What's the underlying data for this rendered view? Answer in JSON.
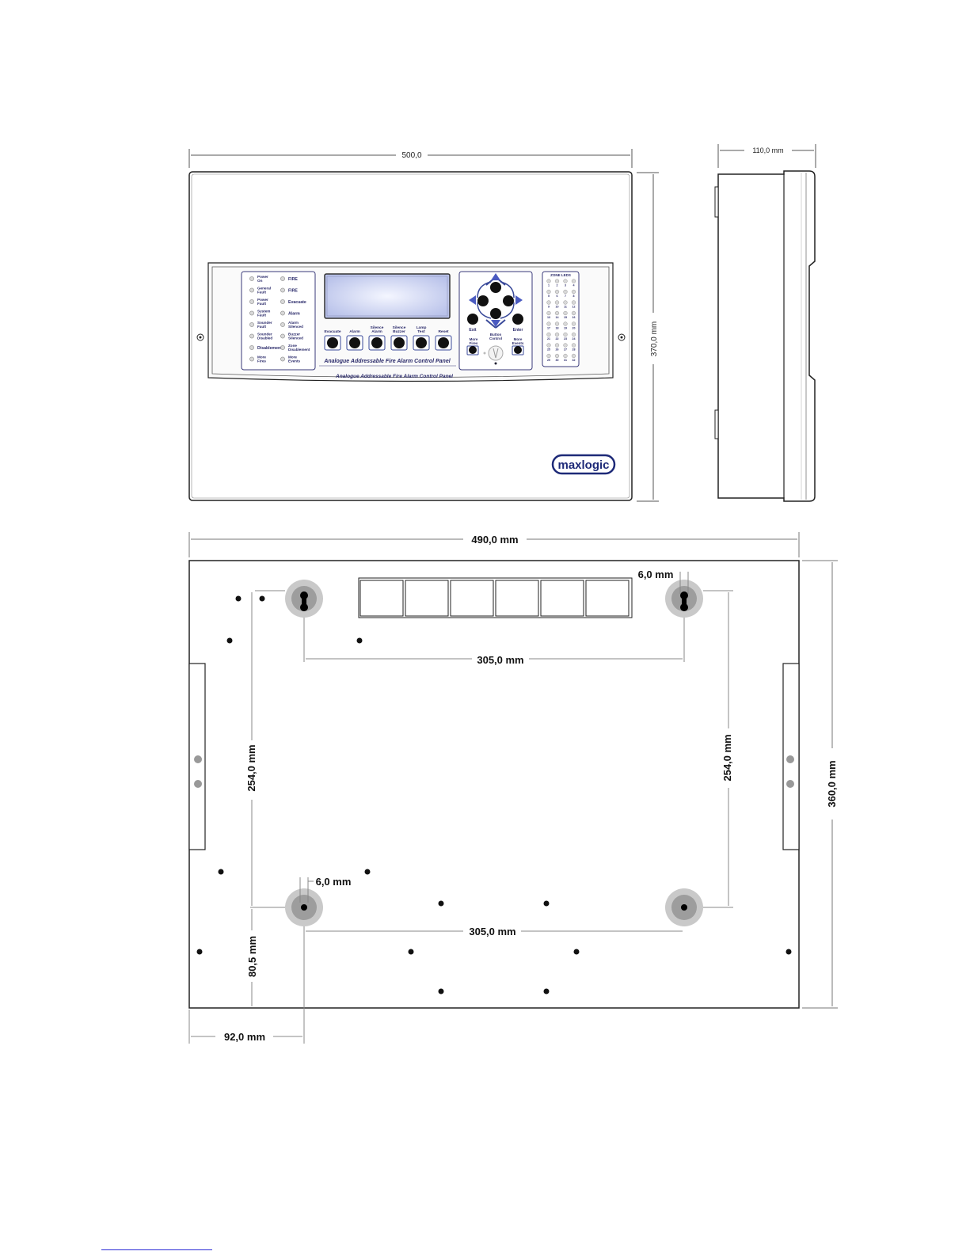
{
  "front_view": {
    "width_label": "500,0",
    "height_label": "370,0 mm",
    "panel_title": "Analogue Addressable Fire Alarm Control Panel",
    "panel_title_lower": "Analogue Addressable Fire Alarm Control Panel",
    "brand": "maxlogic",
    "leds_left": [
      [
        "Power",
        "On"
      ],
      [
        "General",
        "Fault"
      ],
      [
        "Power",
        "Fault"
      ],
      [
        "System",
        "Fault"
      ],
      [
        "Sounder",
        "Fault"
      ],
      [
        "Sounder",
        "Disabled"
      ],
      [
        "Disablement",
        ""
      ],
      [
        "More",
        "Fires"
      ]
    ],
    "leds_right": [
      [
        "FIRE",
        ""
      ],
      [
        "FIRE",
        ""
      ],
      [
        "Evacuate",
        ""
      ],
      [
        "Alarm",
        ""
      ],
      [
        "Alarm",
        "Silenced"
      ],
      [
        "Buzzer",
        "Silenced"
      ],
      [
        "Zone",
        "Disablement"
      ],
      [
        "More",
        "Events"
      ]
    ],
    "buttons": [
      [
        "Evacuate",
        ""
      ],
      [
        "Alarm",
        ""
      ],
      [
        "Silence",
        "Alarm"
      ],
      [
        "Silence",
        "Buzzer"
      ],
      [
        "Lamp",
        "Test"
      ],
      [
        "Reset",
        ""
      ]
    ],
    "nav_labels": {
      "exit": "Exit",
      "enter": "Enter",
      "button_control": [
        "Button",
        "Control"
      ],
      "more_fires": [
        "More",
        "Fires"
      ],
      "more_events": [
        "More",
        "Events"
      ]
    },
    "zone_leds_title": "ZONE LEDS",
    "zone_numbers": [
      "1",
      "2",
      "3",
      "4",
      "5",
      "6",
      "7",
      "8",
      "9",
      "10",
      "11",
      "12",
      "13",
      "14",
      "15",
      "16",
      "17",
      "18",
      "19",
      "20",
      "21",
      "22",
      "23",
      "24",
      "25",
      "26",
      "27",
      "28",
      "29",
      "30",
      "31",
      "32"
    ]
  },
  "side_view": {
    "depth_label": "110,0 mm"
  },
  "rear_view": {
    "width_label": "490,0 mm",
    "height_label": "360,0 mm",
    "keyhole_label_top": "6,0 mm",
    "keyhole_label_bottom": "6,0 mm",
    "hole_spacing_top": "305,0 mm",
    "hole_spacing_bottom": "305,0 mm",
    "vertical_spacing_left": "254,0 mm",
    "vertical_spacing_right": "254,0 mm",
    "offset_bottom": "80,5 mm",
    "offset_left": "92,0 mm"
  }
}
